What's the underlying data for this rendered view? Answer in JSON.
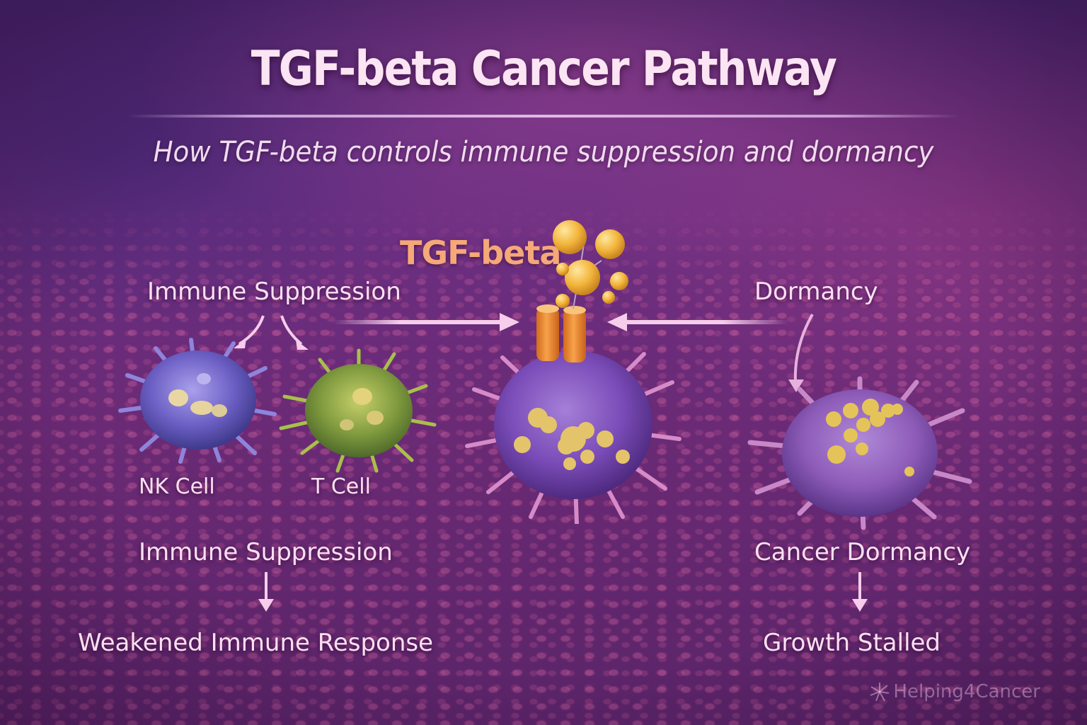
{
  "header": {
    "title": "TGF-beta Cancer Pathway",
    "subtitle": "How TGF-beta controls immune suppression and dormancy"
  },
  "center": {
    "molecule_label": "TGF-beta",
    "receptor": "TGF-beta receptor (two orange cylinders) bound by yellow ligand spheres",
    "cell": "cancer-cell"
  },
  "left_branch": {
    "heading": "Immune Suppression",
    "cells": [
      {
        "label": "NK Cell",
        "color": "#7a6fd0"
      },
      {
        "label": "T Cell",
        "color": "#9bb04a"
      }
    ],
    "outcome_top": "Immune Suppression",
    "outcome_bottom": "Weakened Immune Response"
  },
  "right_branch": {
    "heading": "Dormancy",
    "cell": "dormant-cancer-cell",
    "outcome_top": "Cancer Dormancy",
    "outcome_bottom": "Growth Stalled"
  },
  "watermark": {
    "text": "Helping4Cancer"
  },
  "colors": {
    "background": "#5a2a78",
    "text": "#fbe0f3",
    "tgf_label": "#f5a878",
    "arrows": "#f6cdea",
    "receptor": "#e8872e",
    "ligand": "#f2b43a"
  }
}
